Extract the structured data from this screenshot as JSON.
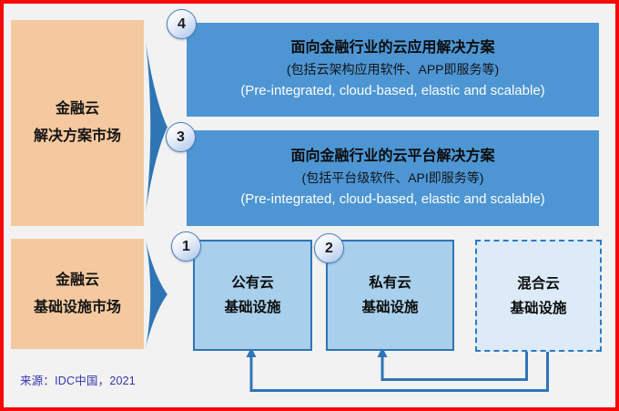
{
  "colors": {
    "frame_red": "#f50a0a",
    "background_gray": "#f2f2f2",
    "peach_fill": "#f5c9a0",
    "solution_blue_fill": "#4e96d3",
    "infra_blue_fill": "#a8cfeb",
    "hybrid_light_fill": "#dcebf7",
    "border_connector_blue": "#2e75b6",
    "source_text_blue": "#3434ac"
  },
  "left_column": {
    "solutions_market": {
      "line1": "金融云",
      "line2": "解决方案市场"
    },
    "infrastructure_market": {
      "line1": "金融云",
      "line2": "基础设施市场"
    }
  },
  "solution_boxes": [
    {
      "number": "4",
      "title": "面向金融行业的云应用解决方案",
      "subtitle_cn": "(包括云架构应用软件、APP即服务等)",
      "subtitle_en": "(Pre-integrated, cloud-based, elastic and scalable)"
    },
    {
      "number": "3",
      "title": "面向金融行业的云平台解决方案",
      "subtitle_cn": "(包括平台级软件、API即服务等)",
      "subtitle_en": "(Pre-integrated, cloud-based, elastic and scalable)"
    }
  ],
  "infrastructure_boxes": [
    {
      "number": "1",
      "line1": "公有云",
      "line2": "基础设施"
    },
    {
      "number": "2",
      "line1": "私有云",
      "line2": "基础设施"
    },
    {
      "number": "",
      "line1": "混合云",
      "line2": "基础设施"
    }
  ],
  "footer": {
    "source": "来源：IDC中国，2021"
  }
}
